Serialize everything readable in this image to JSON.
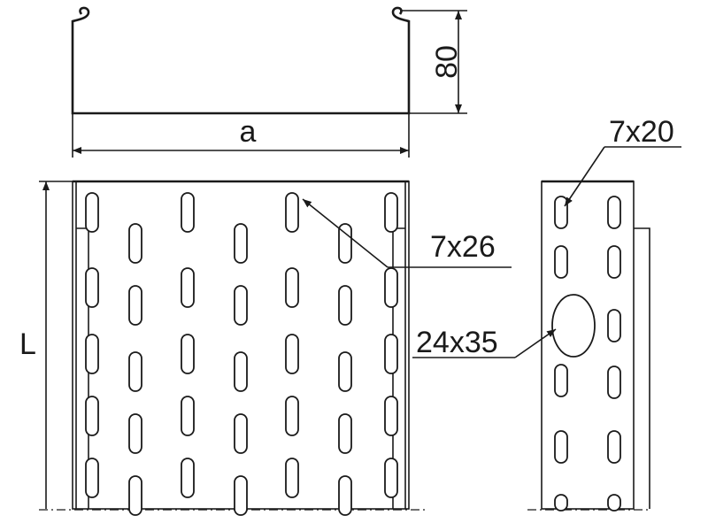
{
  "labels": {
    "width": "a",
    "height": "80",
    "length": "L",
    "bottom_slot": "7x26",
    "side_slot": "7x20",
    "side_oval": "24x35"
  },
  "colors": {
    "ink": "#1a1a1a",
    "background": "#ffffff"
  }
}
